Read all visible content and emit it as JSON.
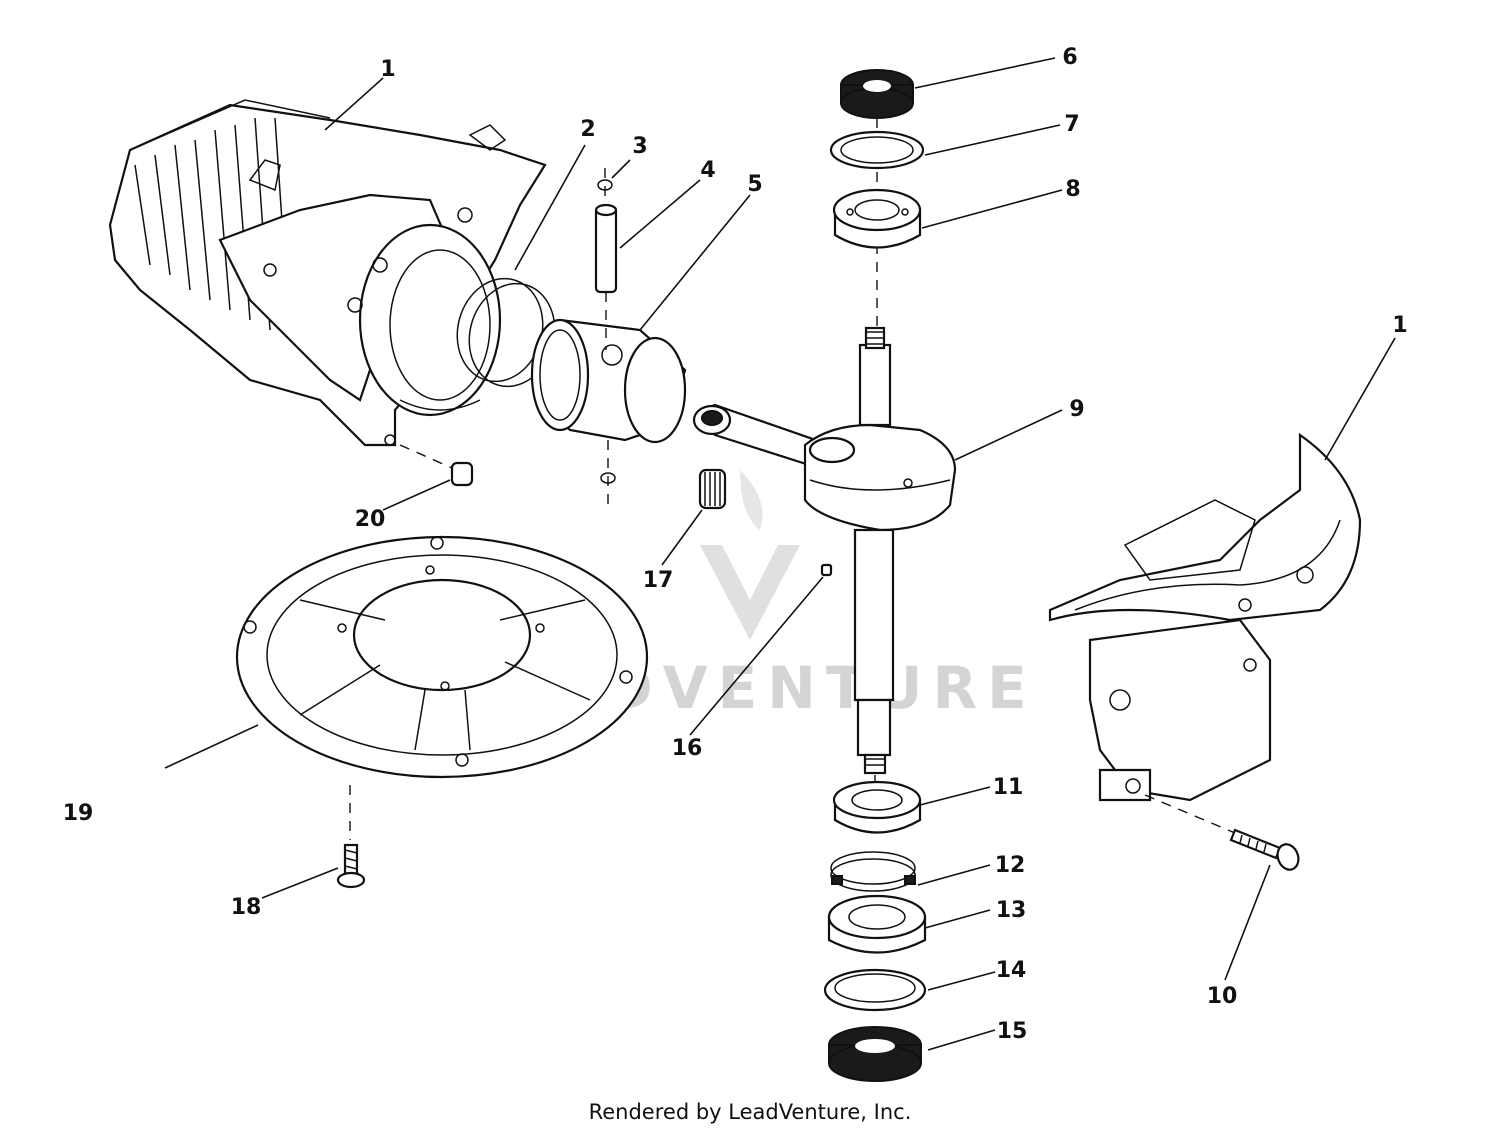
{
  "watermark": "LEADVENTURE",
  "credit": "Rendered by LeadVenture, Inc.",
  "callouts": [
    "1",
    "1",
    "2",
    "3",
    "4",
    "5",
    "6",
    "7",
    "8",
    "9",
    "10",
    "11",
    "12",
    "13",
    "14",
    "15",
    "16",
    "17",
    "18",
    "19",
    "20"
  ]
}
